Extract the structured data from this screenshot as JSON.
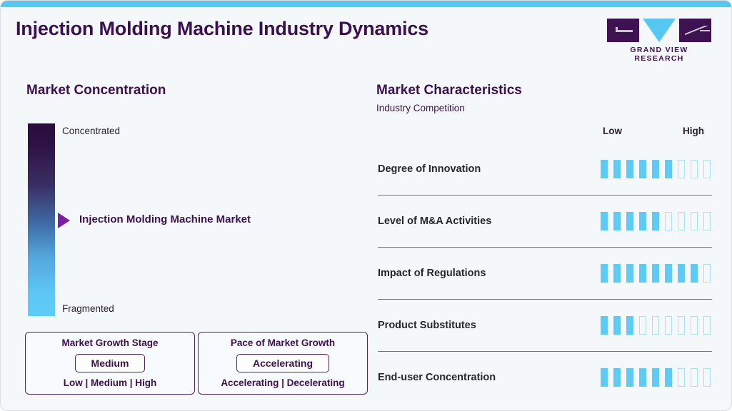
{
  "header": {
    "title": "Injection Molding Machine Industry Dynamics",
    "logo": {
      "wordmark": "GRAND VIEW RESEARCH",
      "mark_g": "logo-square-g",
      "mark_v": "logo-triangle-v",
      "mark_r": "logo-square-r"
    }
  },
  "colors": {
    "accent_cyan": "#54c8f0",
    "brand_purple": "#3b1050",
    "marker_purple": "#7c1fa2",
    "bar_fill": "#5ecbf5",
    "bar_empty_border": "#a8e0f7",
    "background": "#f4f8fb",
    "gradient_top": "#2b0d3f",
    "gradient_bottom": "#5ecdf7"
  },
  "market_concentration": {
    "title": "Market Concentration",
    "scale_top_label": "Concentrated",
    "scale_bottom_label": "Fragmented",
    "marker_label": "Injection Molding Machine Market",
    "marker_position_pct": 50,
    "boxes": [
      {
        "title": "Market Growth Stage",
        "value": "Medium",
        "scale": "Low | Medium | High",
        "options": [
          "Low",
          "Medium",
          "High"
        ]
      },
      {
        "title": "Pace of Market Growth",
        "value": "Accelerating",
        "scale": "Accelerating | Decelerating",
        "options": [
          "Accelerating",
          "Decelerating"
        ]
      }
    ]
  },
  "market_characteristics": {
    "title": "Market Characteristics",
    "subtitle": "Industry Competition",
    "axis_low": "Low",
    "axis_high": "High"
  },
  "chart_data": {
    "type": "bar",
    "title": "Market Characteristics",
    "subtitle": "Industry Competition",
    "xlabel": "",
    "ylabel": "",
    "scale_min_label": "Low",
    "scale_max_label": "High",
    "max_segments": 9,
    "categories": [
      "Degree of Innovation",
      "Level of M&A Activities",
      "Impact of Regulations",
      "Product Substitutes",
      "End-user Concentration"
    ],
    "values": [
      6,
      5,
      8,
      3,
      6
    ],
    "ylim": [
      0,
      9
    ],
    "grid": false,
    "legend": "none"
  }
}
